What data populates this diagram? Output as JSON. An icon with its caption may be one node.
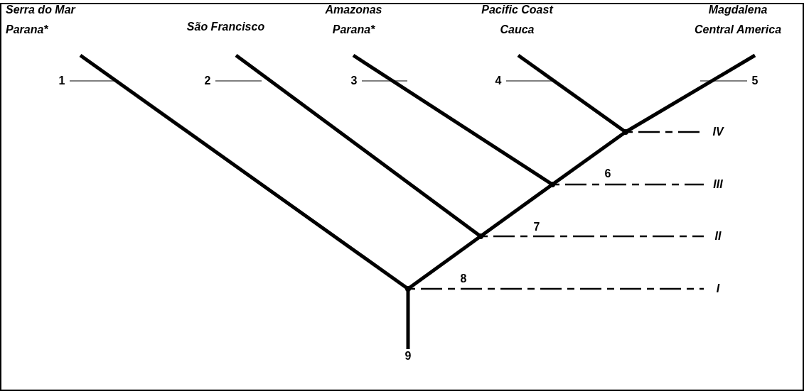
{
  "diagram": {
    "nodes": [
      {
        "text": [
          "Serra do Mar",
          "Parana*"
        ]
      },
      {
        "text": [
          "São Francisco"
        ]
      },
      {
        "text": [
          "Amazonas",
          "Parana*"
        ]
      },
      {
        "text": [
          "Pacific Coast",
          "Cauca"
        ]
      },
      {
        "text": [
          "Magdalena",
          "Central America"
        ]
      },
      {
        "text": [
          "1"
        ]
      },
      {
        "text": [
          "2"
        ]
      },
      {
        "text": [
          "3"
        ]
      },
      {
        "text": [
          "4"
        ]
      },
      {
        "text": [
          "5"
        ]
      },
      {
        "text": [],
        "shape": "dot"
      },
      {
        "text": [
          "IV"
        ]
      },
      {
        "text": [],
        "shape": "dot"
      },
      {
        "text": [
          "III"
        ]
      },
      {
        "text": [],
        "shape": "dot"
      },
      {
        "text": [
          "II"
        ]
      },
      {
        "text": [],
        "shape": "dot"
      },
      {
        "text": [
          "I"
        ]
      },
      {
        "text": [
          "9"
        ]
      }
    ],
    "edges": [
      {
        "from": 0,
        "to": 16,
        "arrow": "none",
        "style": "thick"
      },
      {
        "from": 1,
        "to": 14,
        "arrow": "none",
        "style": "thick"
      },
      {
        "from": 2,
        "to": 12,
        "arrow": "none",
        "style": "thick"
      },
      {
        "from": 3,
        "to": 10,
        "arrow": "none",
        "style": "thick"
      },
      {
        "from": 4,
        "to": 10,
        "arrow": "none",
        "style": "thick"
      },
      {
        "from": 10,
        "to": 12,
        "arrow": "none",
        "style": "thick"
      },
      {
        "from": 12,
        "to": 14,
        "arrow": "none",
        "style": "thick"
      },
      {
        "from": 14,
        "to": 16,
        "arrow": "none",
        "style": "thick"
      },
      {
        "from": 16,
        "to": 18,
        "arrow": "none",
        "style": "thick"
      },
      {
        "from": 5,
        "to": null,
        "arrow": "none"
      },
      {
        "from": 6,
        "to": null,
        "arrow": "none"
      },
      {
        "from": 7,
        "to": null,
        "arrow": "none"
      },
      {
        "from": 8,
        "to": null,
        "arrow": "none"
      },
      {
        "from": 9,
        "to": null,
        "arrow": "none"
      },
      {
        "from": 10,
        "to": 11,
        "arrow": "none",
        "style": "dashed"
      },
      {
        "from": 12,
        "to": 13,
        "arrow": "none",
        "style": "dashed"
      },
      {
        "from": 14,
        "to": 15,
        "arrow": "none",
        "style": "dashed"
      },
      {
        "from": 16,
        "to": 17,
        "arrow": "none",
        "style": "dashed"
      }
    ],
    "labels": [
      "6",
      "7",
      "8"
    ]
  }
}
